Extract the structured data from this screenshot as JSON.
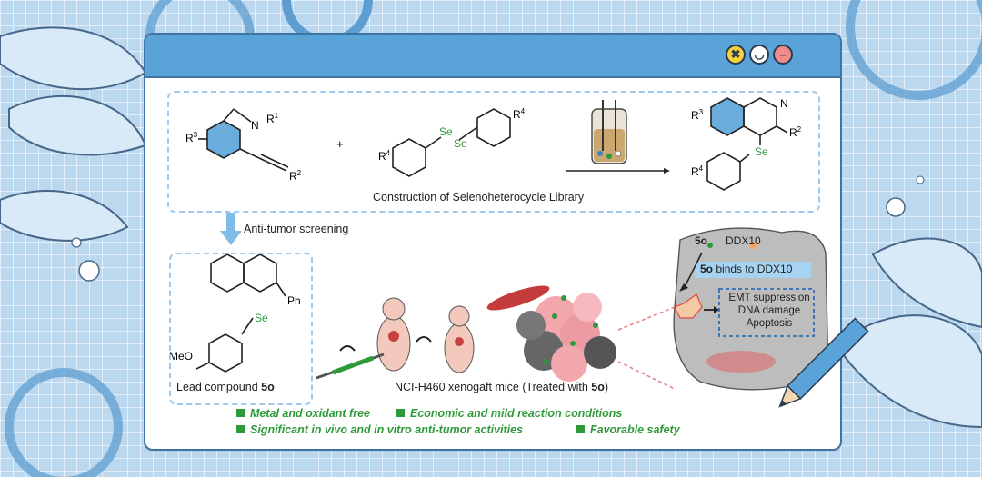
{
  "window": {
    "buttons": [
      {
        "name": "close-button",
        "glyph": "✖",
        "color": "#f5d33c"
      },
      {
        "name": "minimize-button",
        "glyph": "◡",
        "color": "#ffffff"
      },
      {
        "name": "restore-button",
        "glyph": "−",
        "color": "#f08c89"
      }
    ]
  },
  "reaction": {
    "reactant1": {
      "r3": "R",
      "r3_sup": "3",
      "n": "N",
      "r1": "R",
      "r1_sup": "1",
      "r2": "R",
      "r2_sup": "2"
    },
    "plus": "+",
    "reactant2": {
      "r4a": "R",
      "r4a_sup": "4",
      "se1": "Se",
      "se2": "Se",
      "r4b": "R",
      "r4b_sup": "4"
    },
    "product": {
      "r3": "R",
      "r3_sup": "3",
      "n": "N",
      "r2": "R",
      "r2_sup": "2",
      "se": "Se",
      "r4": "R",
      "r4_sup": "4"
    },
    "caption": "Construction of Selenoheterocycle Library"
  },
  "screening_label": "Anti-tumor screening",
  "lead": {
    "ph": "Ph",
    "se": "Se",
    "meo": "MeO",
    "caption_prefix": "Lead compound ",
    "caption_bold": "5o"
  },
  "xenograft_caption_prefix": "NCI-H460 xenogaft mice (Treated with ",
  "xenograft_caption_bold": "5o",
  "xenograft_caption_suffix": ")",
  "mechanism": {
    "compound": "5o",
    "target": "DDX10",
    "binds_bold": "5o",
    "binds_rest": " binds to DDX10",
    "effects": [
      "EMT suppression",
      "DNA damage",
      "Apoptosis"
    ]
  },
  "features": [
    "Metal and oxidant free",
    "Economic and mild reaction conditions",
    "Significant in vivo and in vitro anti-tumor activities",
    "Favorable safety"
  ],
  "colors": {
    "title_bar": "#5aa3d8",
    "panel_border": "#9ec9ec",
    "feature_text": "#2d9a3a",
    "selenium": "#2d9a3a",
    "window_border": "#3e74a4"
  }
}
